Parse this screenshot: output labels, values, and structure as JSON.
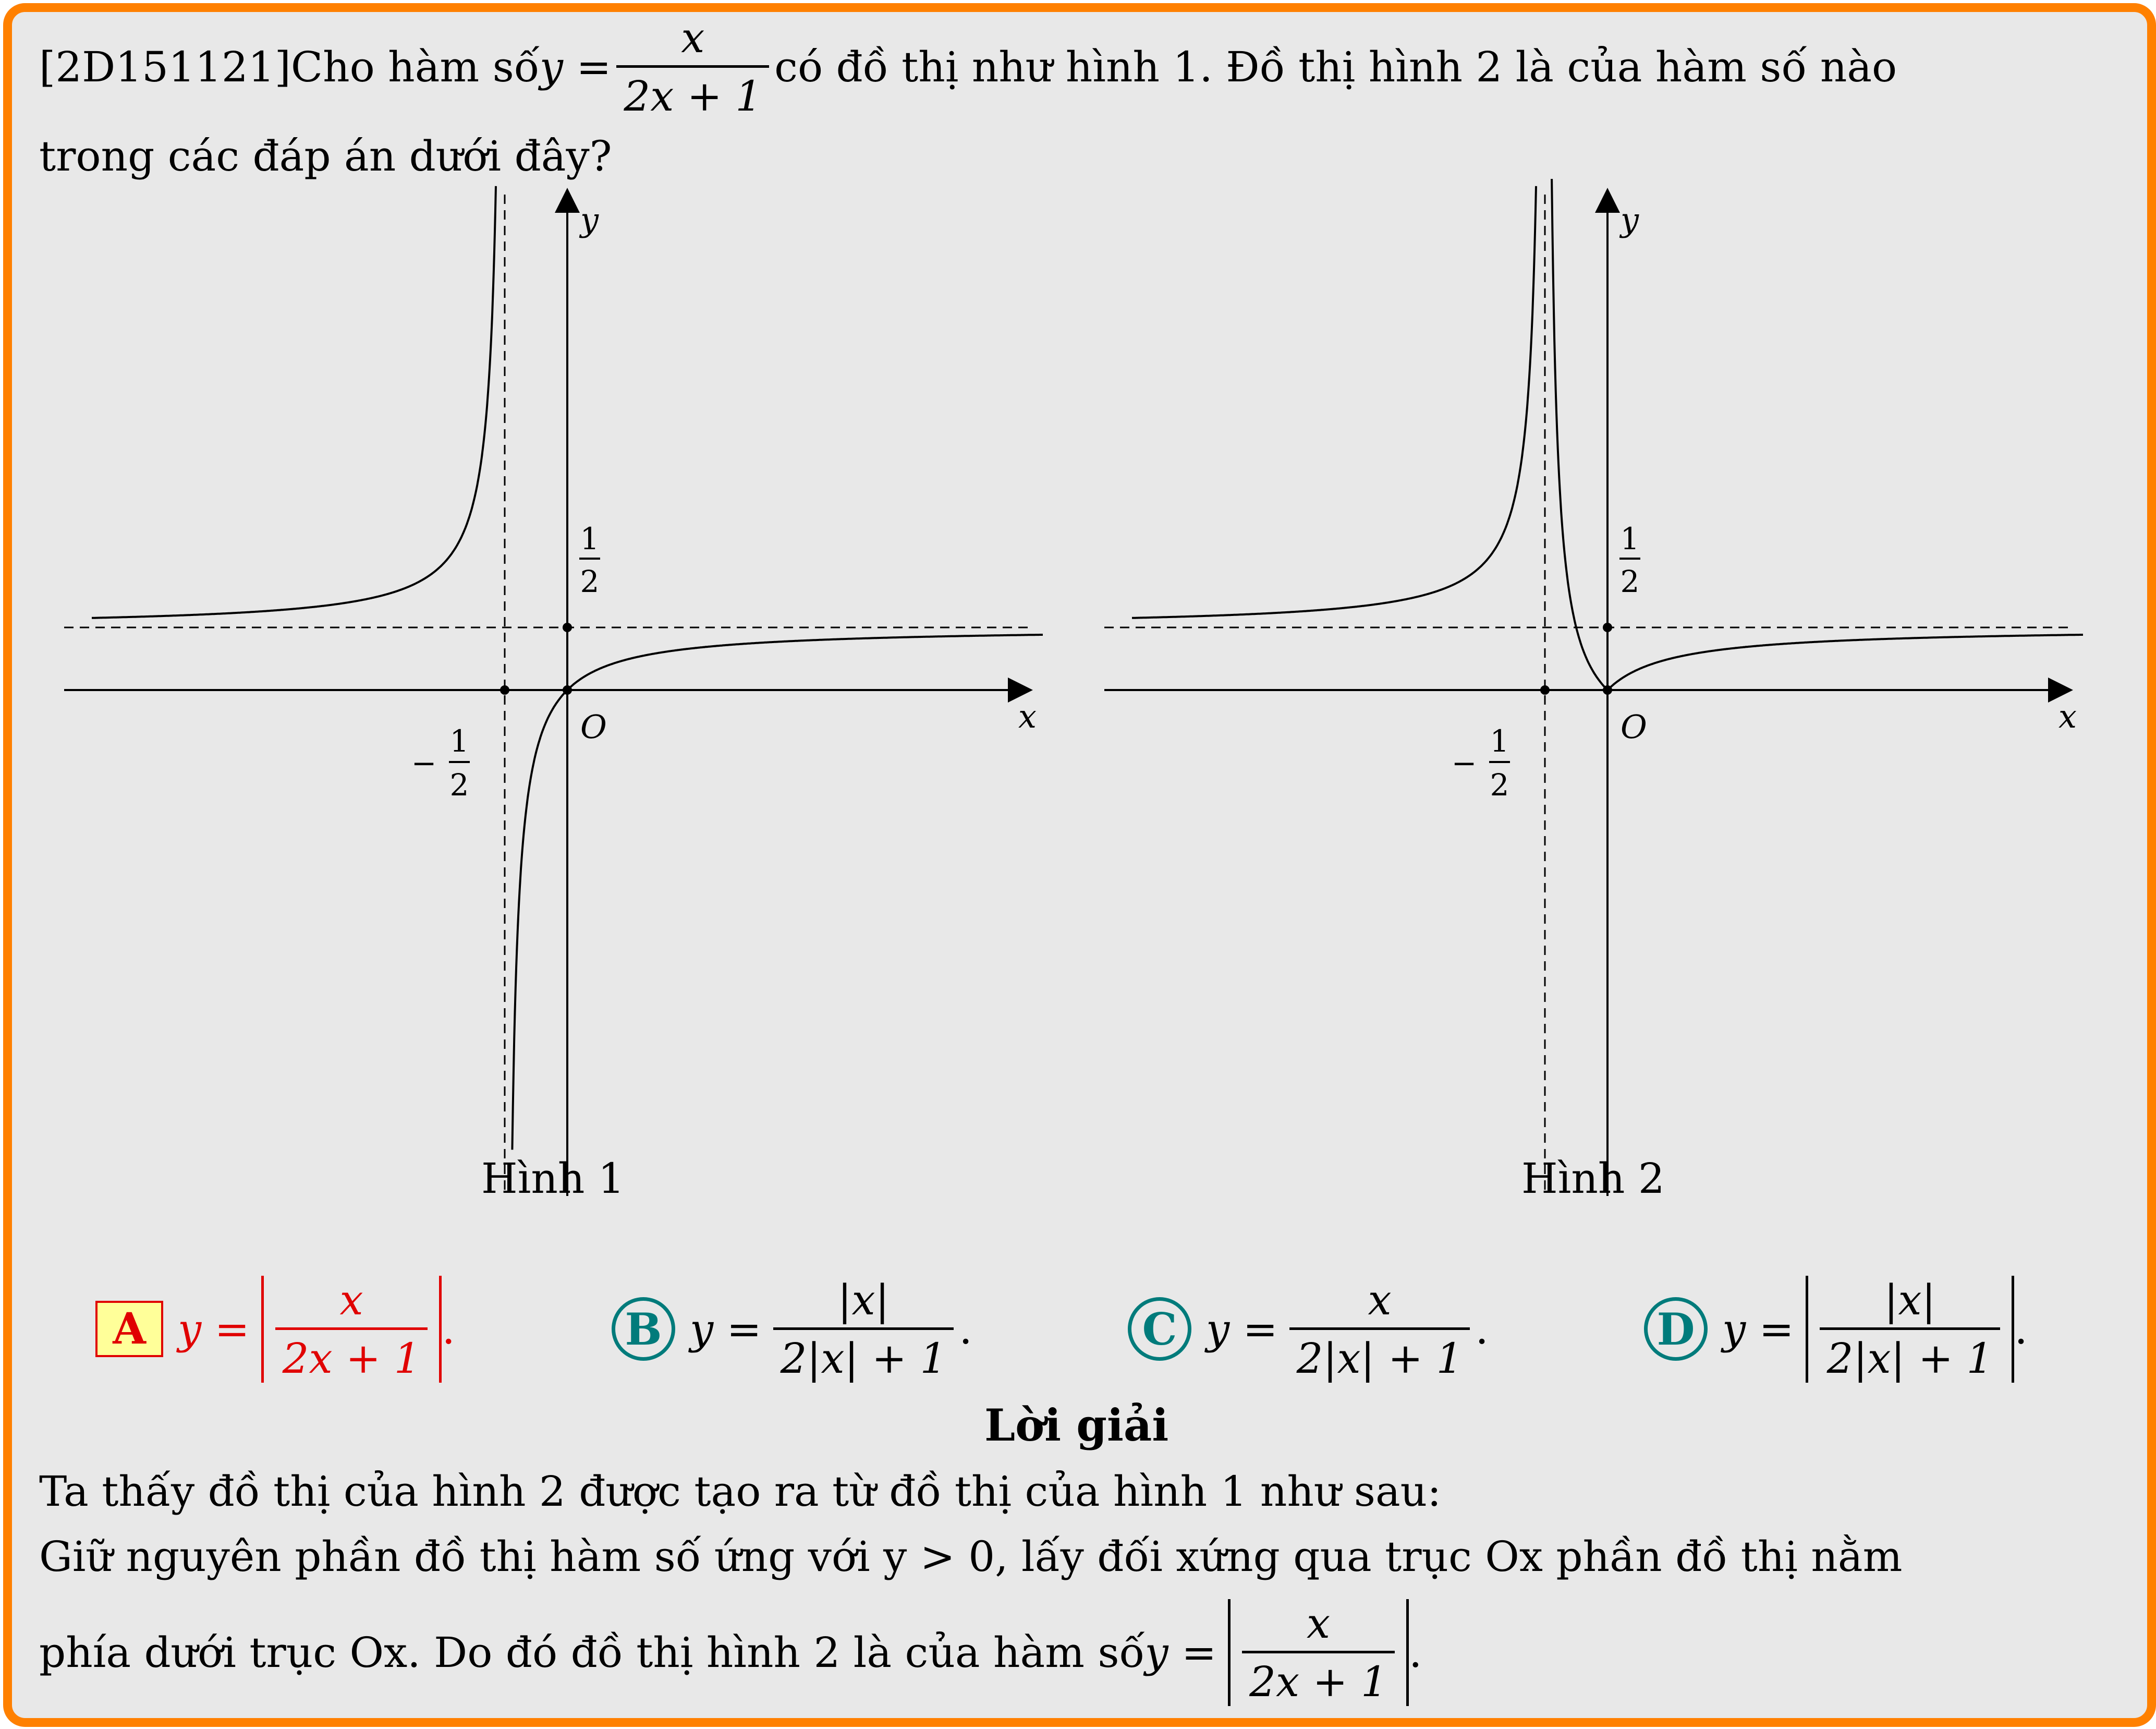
{
  "question": {
    "prefix": "[2D151121]Cho hàm số ",
    "y_eq": "y =",
    "num": "x",
    "den": "2x + 1",
    "suffix": " có đồ thị như hình 1. Đồ thị hình 2 là của hàm số nào",
    "line2": "trong các đáp án dưới đây?"
  },
  "figure1": {
    "caption": "Hình 1",
    "x_axis_label": "x",
    "y_axis_label": "y",
    "origin_label": "O",
    "h_asymptote_label": {
      "num": "1",
      "den": "2"
    },
    "v_asymptote_label": {
      "sign": "−",
      "num": "1",
      "den": "2"
    }
  },
  "figure2": {
    "caption": "Hình 2",
    "x_axis_label": "x",
    "y_axis_label": "y",
    "origin_label": "O",
    "h_asymptote_label": {
      "num": "1",
      "den": "2"
    },
    "v_asymptote_label": {
      "sign": "−",
      "num": "1",
      "den": "2"
    }
  },
  "chart_data": [
    {
      "type": "line",
      "series": [
        {
          "function": "y = x/(2x+1)"
        }
      ],
      "asymptotes": {
        "vertical": -0.5,
        "horizontal": 0.5
      },
      "marked_points": [
        [
          -0.5,
          0
        ],
        [
          0,
          0.5
        ],
        [
          0,
          0
        ]
      ]
    },
    {
      "type": "line",
      "series": [
        {
          "function": "y = |x/(2x+1)|"
        }
      ],
      "asymptotes": {
        "vertical": -0.5,
        "horizontal": 0.5
      },
      "marked_points": [
        [
          -0.5,
          0
        ],
        [
          0,
          0.5
        ],
        [
          0,
          0
        ]
      ]
    }
  ],
  "options": [
    {
      "letter": "A",
      "correct": true,
      "y_eq": "y =",
      "num": "x",
      "den": "2x + 1",
      "outer_abs": true,
      "suffix": "."
    },
    {
      "letter": "B",
      "correct": false,
      "y_eq": "y =",
      "num": "|x|",
      "den": "2|x| + 1",
      "outer_abs": false,
      "suffix": "."
    },
    {
      "letter": "C",
      "correct": false,
      "y_eq": "y =",
      "num": "x",
      "den": "2|x| + 1",
      "outer_abs": false,
      "suffix": "."
    },
    {
      "letter": "D",
      "correct": false,
      "y_eq": "y =",
      "num": "|x|",
      "den": "2|x| + 1",
      "outer_abs": true,
      "suffix": "."
    }
  ],
  "solution": {
    "heading": "Lời giải",
    "line1": "Ta thấy đồ thị của hình 2 được tạo ra từ đồ thị của hình 1 như sau:",
    "line2": "Giữ nguyên phần đồ thị hàm số ứng với y > 0, lấy đối xứng qua trục Ox phần đồ thị nằm",
    "line3_prefix": "phía dưới trục Ox. Do đó đồ thị hình 2 là của hàm số ",
    "line3_y_eq": "y =",
    "line3_num": "x",
    "line3_den": "2x + 1",
    "line3_suffix": "."
  },
  "colors": {
    "border": "#ff8000",
    "background": "#e8e8e8",
    "correct": "#e00000",
    "option_badge": "#007b7b",
    "badge_fill": "#ffff99"
  }
}
